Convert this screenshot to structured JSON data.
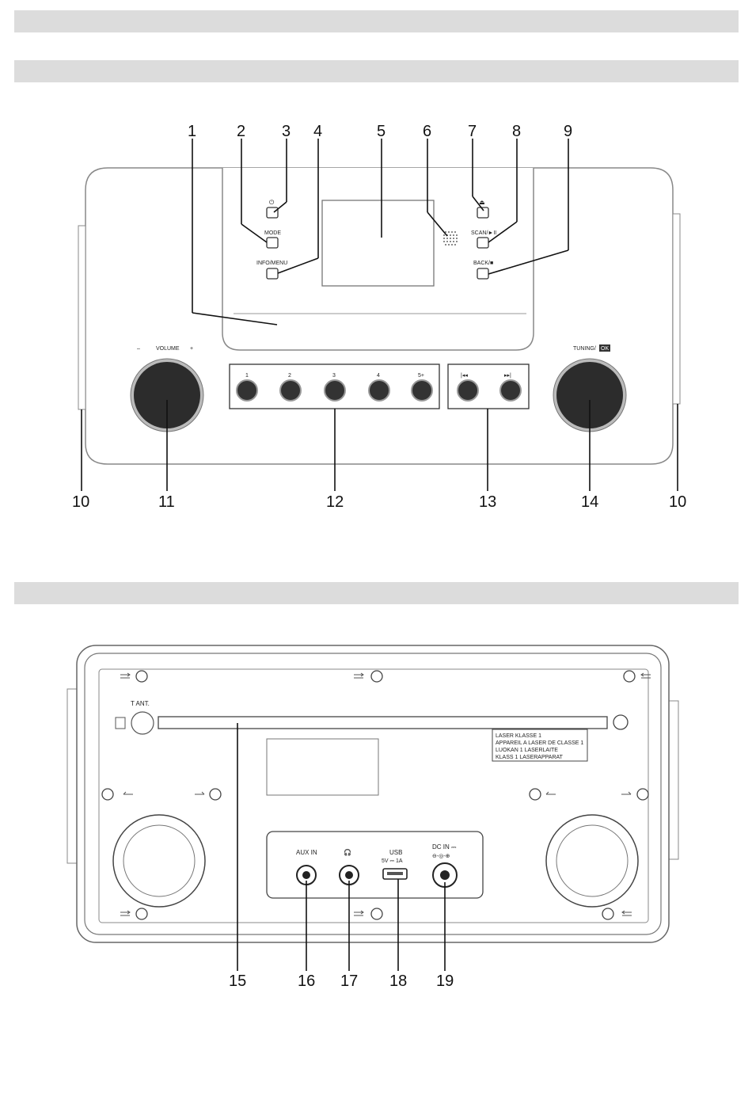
{
  "front": {
    "callouts": [
      "1",
      "2",
      "3",
      "4",
      "5",
      "6",
      "7",
      "8",
      "9",
      "10",
      "11",
      "12",
      "13",
      "14",
      "10"
    ],
    "power_symbol": "⏻",
    "mode_label": "MODE",
    "info_menu_label": "INFO/MENU",
    "eject_symbol": "⏏",
    "scan_label": "SCAN/►II",
    "back_label": "BACK/■",
    "volume_minus": "–",
    "volume_label": "VOLUME",
    "volume_plus": "+",
    "tuning_label": "TUNING/",
    "tuning_ok": "OK",
    "presets": [
      "1",
      "2",
      "3",
      "4",
      "5+"
    ],
    "prev_symbol": "|◂◂",
    "next_symbol": "▸▸|"
  },
  "back": {
    "callouts": [
      "15",
      "16",
      "17",
      "18",
      "19"
    ],
    "antenna_label": "T ANT.",
    "laser_label": [
      "LASER KLASSE 1",
      "APPAREIL A LASER DE CLASSE 1",
      "LUOKAN 1 LASERLAITE",
      "KLASS 1 LASERAPPARAT"
    ],
    "aux_label": "AUX IN",
    "headphone_symbol": "🎧",
    "usb_label": "USB",
    "usb_rating": "5V ⎓ 1A",
    "dc_label": "DC IN ⎓",
    "dc_polarity": "⊖-◎-⊕"
  }
}
